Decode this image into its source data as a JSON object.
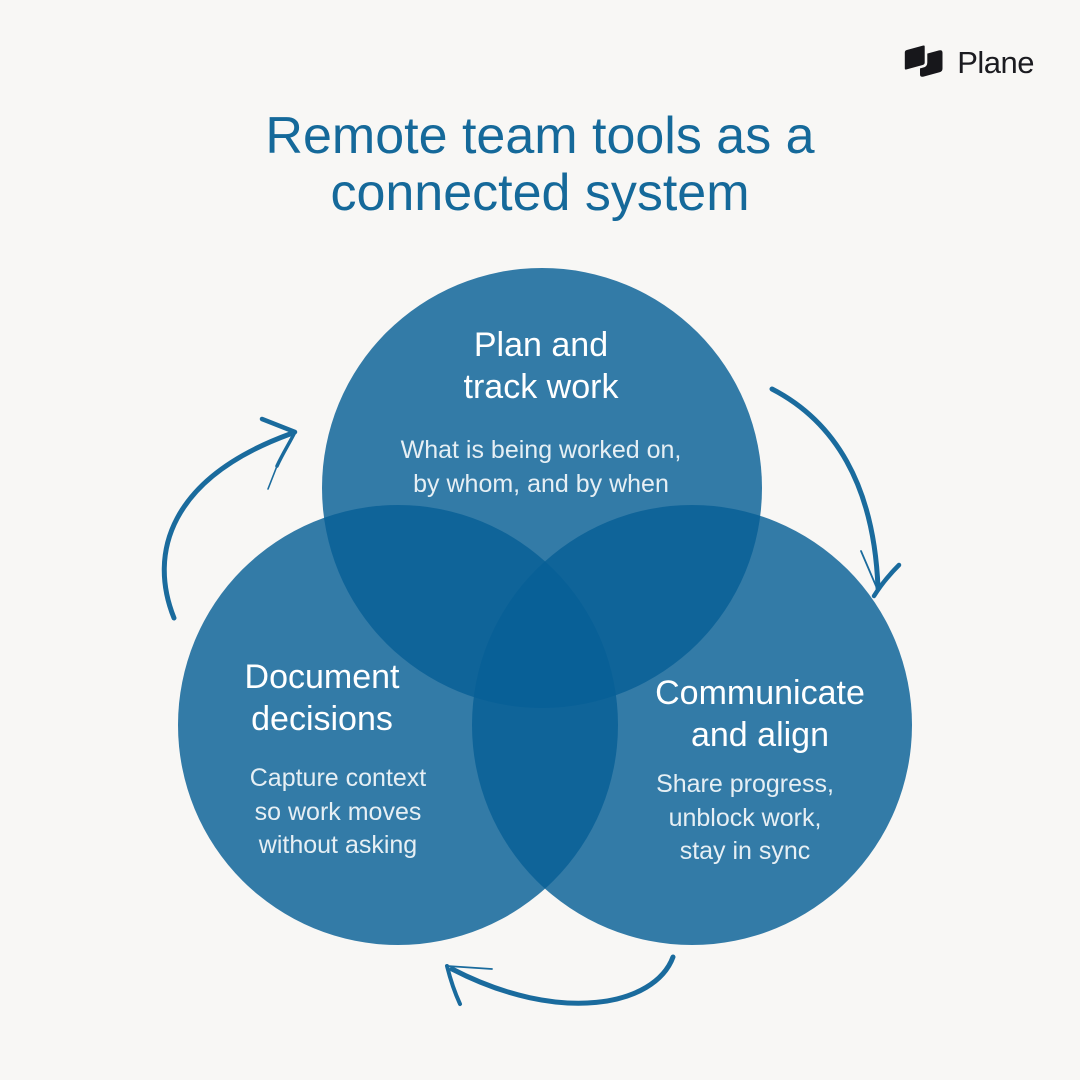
{
  "logo": {
    "brand": "Plane",
    "icon": "plane-logo-mark"
  },
  "title": "Remote team tools as a\nconnected system",
  "diagram": {
    "type": "venn",
    "circles": [
      {
        "id": "plan",
        "heading": "Plan and\ntrack work",
        "description": "What is being worked on,\nby whom, and by when",
        "position": "top"
      },
      {
        "id": "document",
        "heading": "Document\ndecisions",
        "description": "Capture context\nso work moves\nwithout asking",
        "position": "bottom-left"
      },
      {
        "id": "communicate",
        "heading": "Communicate\nand align",
        "description": "Share progress,\nunblock work,\nstay in sync",
        "position": "bottom-right"
      }
    ],
    "arrows": [
      {
        "id": "arrow-left",
        "direction": "up toward top circle"
      },
      {
        "id": "arrow-right",
        "direction": "down toward right circle"
      },
      {
        "id": "arrow-bottom",
        "direction": "left toward left circle"
      }
    ]
  },
  "colors": {
    "background": "#f8f7f5",
    "circle_fill_base": "#075F96",
    "circle_fill_opacity": "0.82",
    "title_text": "#15699A",
    "arrow_stroke": "#1A6B9D",
    "heading_text": "#FFFFFF",
    "logo_text": "#1B1B20"
  }
}
